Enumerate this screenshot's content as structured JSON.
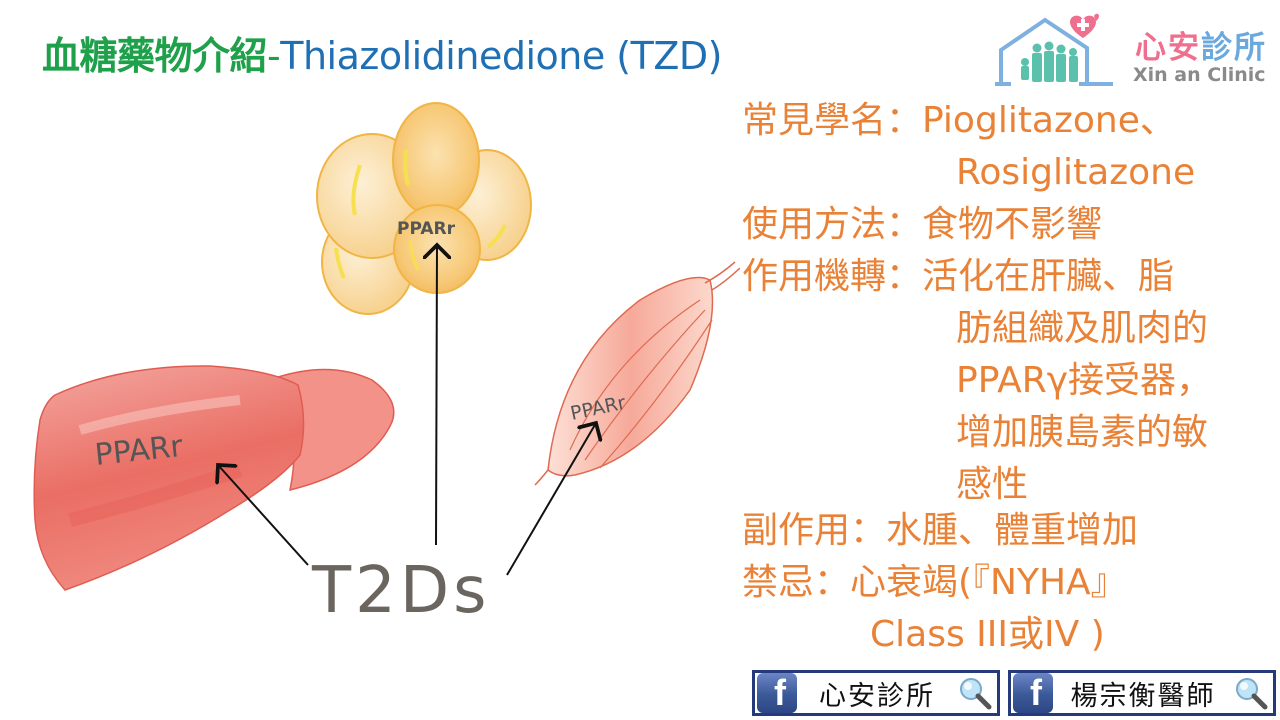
{
  "header": {
    "title_zh": "血糖藥物介紹",
    "title_sep": "-",
    "title_en": "Thiazolidinedione (TZD)"
  },
  "logo": {
    "name_part1": "心安",
    "name_part2": "診所",
    "name_en": "Xin an Clinic"
  },
  "info": {
    "generic_names_label": "常見學名：",
    "generic_names_line1": "Pioglitazone、",
    "generic_names_line2": "Rosiglitazone",
    "usage_label": "使用方法：",
    "usage_value": "食物不影響",
    "mechanism_label": "作用機轉：",
    "mechanism_lines": [
      "活化在肝臟、脂",
      "肪組織及肌肉的",
      "PPARγ接受器，",
      "增加胰島素的敏",
      "感性"
    ],
    "side_effects_label": "副作用：",
    "side_effects_value": "水腫、體重增加",
    "contraindication_label": "禁忌：",
    "contraindication_line1": "心衰竭(『NYHA』",
    "contraindication_line2": "Class III或IV )"
  },
  "illustration": {
    "fat_label": "PPARr",
    "liver_label": "PPARr",
    "muscle_label": "PPARr",
    "center_label": "T2Ds"
  },
  "colors": {
    "title_green": "#1fa04a",
    "title_blue": "#1f6fb5",
    "info_orange": "#e98236",
    "fb_blue": "#3b5998"
  },
  "footer": {
    "buttons": [
      {
        "label": "心安診所"
      },
      {
        "label": "楊宗衡醫師"
      }
    ]
  }
}
